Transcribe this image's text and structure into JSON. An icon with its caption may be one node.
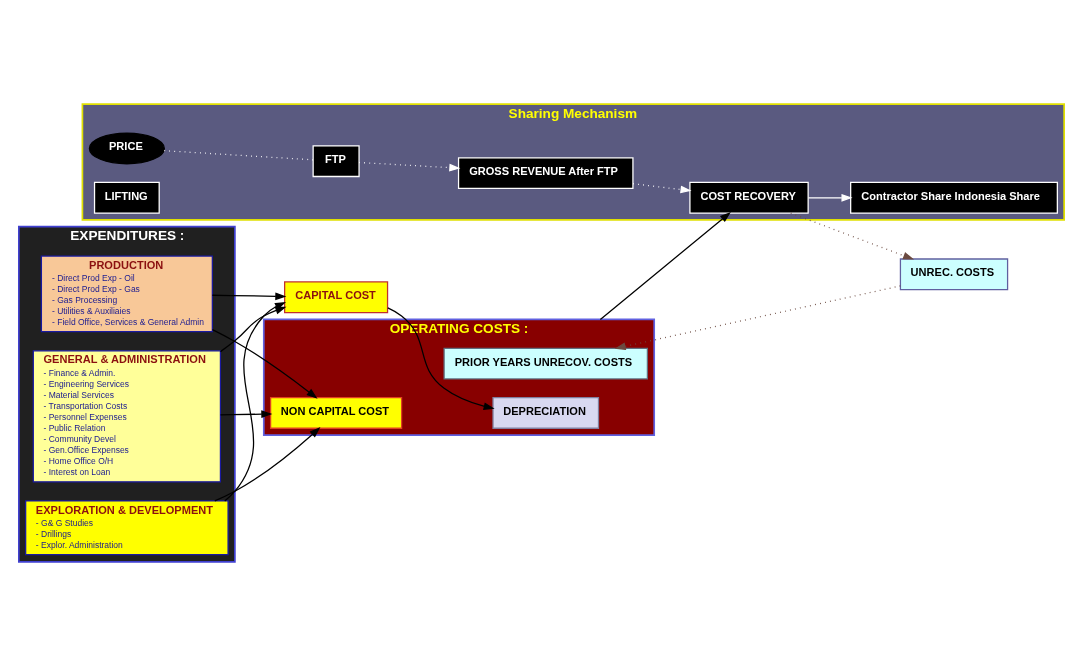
{
  "diagram": {
    "nodes": [
      {
        "text": [
          "CAPITAL COST"
        ]
      },
      {
        "text": [
          "EXPENDITURES :"
        ]
      },
      {
        "text": [
          "EXPLORATION & DEVELOPMENT",
          "- G& G Studies",
          "- Drillings",
          "- Explor. Administration"
        ],
        "in": 1
      },
      {
        "text": [
          "PRODUCTION",
          "- Direct Prod Exp - Oil",
          "- Direct Prod Exp - Gas",
          "- Gas Processing",
          "- Utilities & Auxiliaies",
          "- Field Office, Services & General Admin"
        ],
        "in": 1
      },
      {
        "text": [
          "GENERAL & ADMINISTRATION",
          "- Finance & Admin.",
          "- Engineering Services",
          "- Material Services",
          "- Transportation Costs",
          "- Personnel Expenses",
          "- Public Relation",
          "- Community Devel",
          "- Gen.Office Expenses",
          "- Home Office O/H",
          "- Interest on Loan"
        ],
        "in": 1
      },
      {
        "text": [
          "OPERATING COSTS :"
        ]
      },
      {
        "text": [
          "PRIOR YEARS UNRECOV. COSTS"
        ],
        "in": 5
      },
      {
        "text": [
          "NON CAPITAL COST"
        ],
        "in": 5
      },
      {
        "text": [
          "DEPRECIATION"
        ],
        "in": 5
      },
      {
        "text": [
          "UNREC. COSTS"
        ]
      },
      {
        "text": [
          "Sharing Mechanism"
        ]
      },
      {
        "text": [
          "FTP"
        ],
        "in": 10
      },
      {
        "text": [
          "PRICE"
        ],
        "in": 10
      },
      {
        "text": [
          "LIFTING"
        ],
        "in": 10
      },
      {
        "text": [
          "GROSS REVENUE After FTP"
        ],
        "in": 10
      },
      {
        "text": [
          "COST RECOVERY"
        ],
        "in": 10
      },
      {
        "text": [
          "Contractor Share Indonesia Share"
        ],
        "in": 10
      }
    ],
    "edges": [
      {
        "from": 2,
        "to": 0,
        "arrow": "to"
      },
      {
        "from": 3,
        "to": 0,
        "arrow": "to"
      },
      {
        "from": 4,
        "to": 0,
        "arrow": "to"
      },
      {
        "from": 2,
        "to": 7,
        "arrow": "to"
      },
      {
        "from": 3,
        "to": 7,
        "arrow": "to"
      },
      {
        "from": 4,
        "to": 7,
        "arrow": "to"
      },
      {
        "from": 0,
        "to": 8,
        "arrow": "to"
      },
      {
        "from": 9,
        "to": 6,
        "arrow": "to",
        "style": "dashed",
        "color": "#6b4a40"
      },
      {
        "from": 5,
        "to": 15,
        "arrow": "to"
      },
      {
        "from": 15,
        "to": 9,
        "arrow": "to",
        "style": "dashed",
        "color": "#6b4a40"
      },
      {
        "from": 12,
        "to": 11,
        "arrow": "none",
        "style": "dashed",
        "color": "#ffffff"
      },
      {
        "from": 11,
        "to": 14,
        "arrow": "to",
        "style": "dashed",
        "color": "#ffffff"
      },
      {
        "from": 14,
        "to": 15,
        "arrow": "to",
        "style": "dashed",
        "color": "#ffffff"
      },
      {
        "from": 15,
        "to": 16,
        "arrow": "to",
        "color": "#ffffff"
      }
    ]
  }
}
